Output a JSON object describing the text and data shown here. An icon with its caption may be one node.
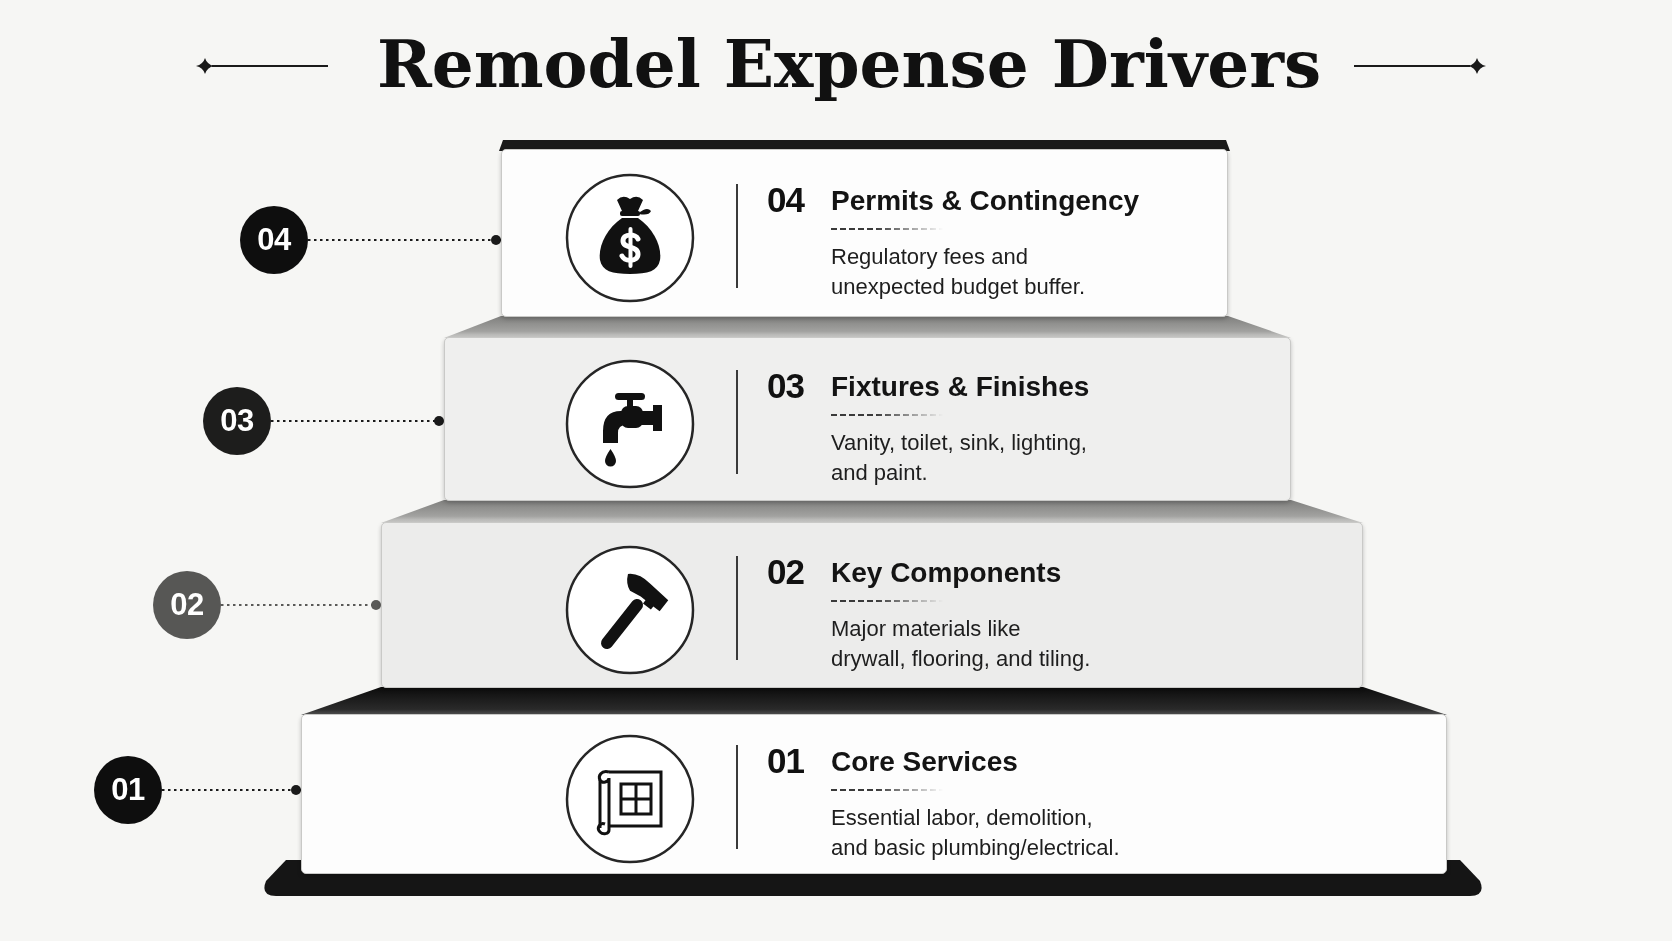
{
  "diagram": {
    "title": "Remodel Expense Drivers",
    "nodes": [
      {
        "text": [
          "04"
        ]
      },
      {
        "text": [
          "04",
          "Permits & Contingency",
          "Regulatory fees and unexpected budget buffer."
        ]
      },
      {
        "text": [
          "03"
        ]
      },
      {
        "text": [
          "03",
          "Fixtures & Finishes",
          "Vanity, toilet, sink, lighting, and paint."
        ]
      },
      {
        "text": [
          "02"
        ]
      },
      {
        "text": [
          "02",
          "Key Components",
          "Major materials like drywall, flooring, and tiling."
        ]
      },
      {
        "text": [
          "01"
        ]
      },
      {
        "text": [
          "01",
          "Core Services",
          "Essential labor, demolition, and basic plumbing/electrical."
        ]
      }
    ],
    "edges": [
      {
        "from": 0,
        "to": 1,
        "arrow": "other",
        "style": "dashed"
      },
      {
        "from": 2,
        "to": 3,
        "arrow": "other",
        "style": "dashed"
      },
      {
        "from": 4,
        "to": 5,
        "arrow": "other",
        "style": "dashed",
        "color": "#5a5a58"
      },
      {
        "from": 6,
        "to": 7,
        "arrow": "other",
        "style": "dashed"
      }
    ]
  }
}
